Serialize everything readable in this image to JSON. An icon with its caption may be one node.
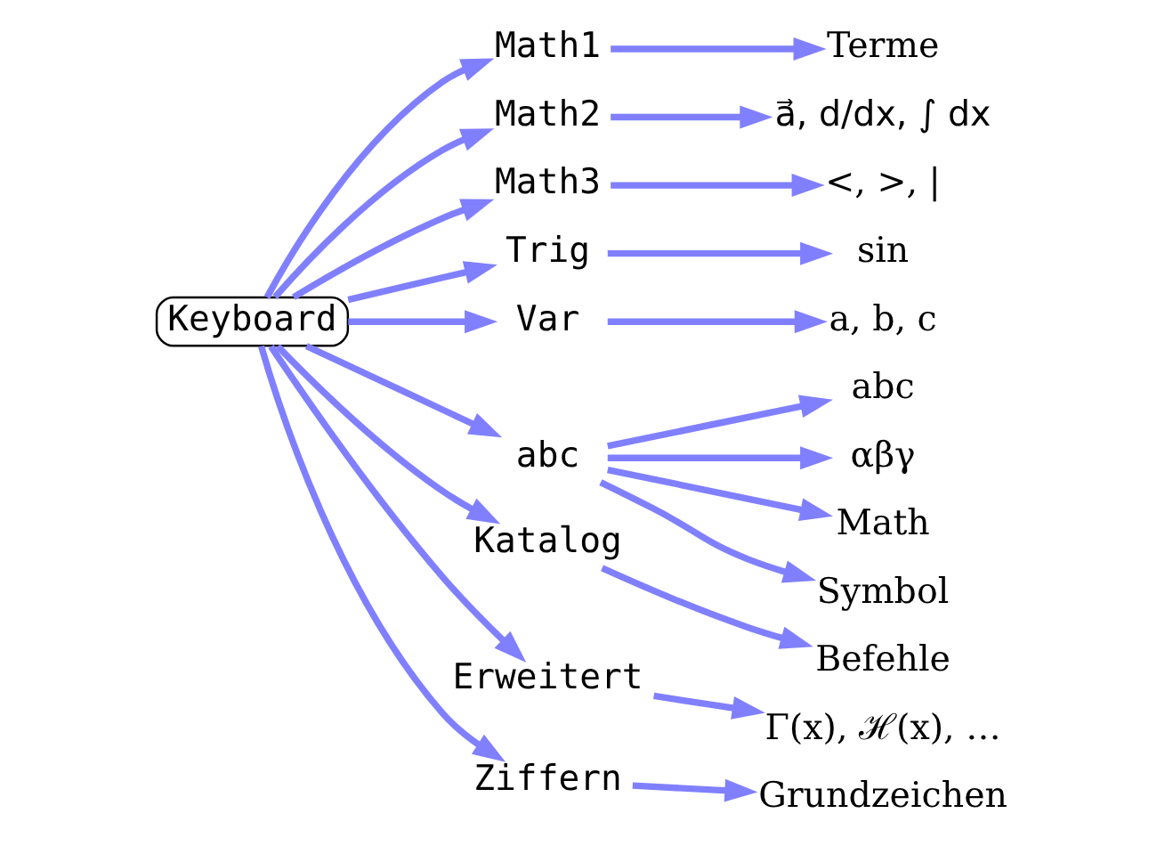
{
  "diagram": {
    "nodes": [
      {
        "text": [
          "Keyboard"
        ]
      },
      {
        "text": [
          "Math1"
        ]
      },
      {
        "text": [
          "Terme"
        ]
      },
      {
        "text": [
          "Math2"
        ]
      },
      {
        "text": [
          "a⃗, d/dx, ∫ dx"
        ]
      },
      {
        "text": [
          "Math3"
        ]
      },
      {
        "text": [
          "<, >, |"
        ]
      },
      {
        "text": [
          "Trig"
        ]
      },
      {
        "text": [
          "sin"
        ]
      },
      {
        "text": [
          "Var"
        ]
      },
      {
        "text": [
          "a, b, c"
        ]
      },
      {
        "text": [
          "abc"
        ]
      },
      {
        "text": [
          "abc"
        ]
      },
      {
        "text": [
          "αβγ"
        ]
      },
      {
        "text": [
          "Math"
        ]
      },
      {
        "text": [
          "Symbol"
        ]
      },
      {
        "text": [
          "Katalog"
        ]
      },
      {
        "text": [
          "Befehle"
        ]
      },
      {
        "text": [
          "Erweitert"
        ]
      },
      {
        "text": [
          "Γ(x), ℋ(x), …"
        ]
      },
      {
        "text": [
          "Ziffern"
        ]
      },
      {
        "text": [
          "Grundzeichen"
        ]
      }
    ],
    "edges": [
      {
        "from": 0,
        "to": 1,
        "arrow": "to"
      },
      {
        "from": 0,
        "to": 3,
        "arrow": "to"
      },
      {
        "from": 0,
        "to": 5,
        "arrow": "to"
      },
      {
        "from": 0,
        "to": 7,
        "arrow": "to"
      },
      {
        "from": 0,
        "to": 9,
        "arrow": "to"
      },
      {
        "from": 0,
        "to": 11,
        "arrow": "to"
      },
      {
        "from": 0,
        "to": 16,
        "arrow": "to"
      },
      {
        "from": 0,
        "to": 18,
        "arrow": "to"
      },
      {
        "from": 0,
        "to": 20,
        "arrow": "to"
      },
      {
        "from": 1,
        "to": 2,
        "arrow": "to"
      },
      {
        "from": 3,
        "to": 4,
        "arrow": "to"
      },
      {
        "from": 5,
        "to": 6,
        "arrow": "to"
      },
      {
        "from": 7,
        "to": 8,
        "arrow": "to"
      },
      {
        "from": 9,
        "to": 10,
        "arrow": "to"
      },
      {
        "from": 11,
        "to": 12,
        "arrow": "to"
      },
      {
        "from": 11,
        "to": 13,
        "arrow": "to"
      },
      {
        "from": 11,
        "to": 14,
        "arrow": "to"
      },
      {
        "from": 11,
        "to": 15,
        "arrow": "to"
      },
      {
        "from": 16,
        "to": 17,
        "arrow": "to"
      },
      {
        "from": 18,
        "to": 19,
        "arrow": "to"
      },
      {
        "from": 20,
        "to": 21,
        "arrow": "to"
      }
    ]
  }
}
